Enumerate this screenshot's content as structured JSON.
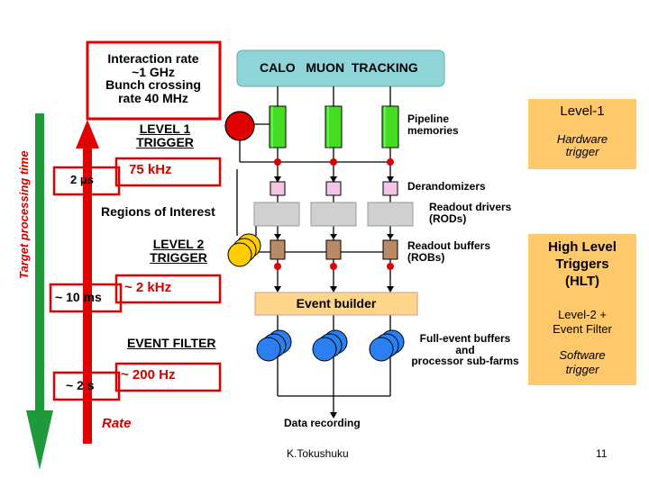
{
  "input_box": {
    "line1": "Interaction rate",
    "line2": "~1 GHz",
    "line3": "Bunch crossing",
    "line4": "rate 40 MHz"
  },
  "level1_label": {
    "line1": "LEVEL 1",
    "line2": "TRIGGER"
  },
  "level2_label": {
    "line1": "LEVEL 2",
    "line2": "TRIGGER"
  },
  "event_filter_label": "EVENT FILTER",
  "regions_of_interest": "Regions of Interest",
  "detectors_label": "CALO   MUON  TRACKING",
  "timeline": {
    "axis_label": "Target processing time",
    "t1": "2 μs",
    "t2": "~ 10 ms",
    "t3": "~ 2 s"
  },
  "rates": {
    "r1": "75 kHz",
    "r2": "~ 2 kHz",
    "r3": "~ 200 Hz",
    "axis_label": "Rate"
  },
  "components": {
    "pipeline": {
      "line1": "Pipeline",
      "line2": "memories"
    },
    "derandomizers": "Derandomizers",
    "rods": {
      "line1": "Readout drivers",
      "line2": "(RODs)"
    },
    "robs": {
      "line1": "Readout buffers",
      "line2": "(ROBs)"
    },
    "event_builder": "Event builder",
    "farms": {
      "line1": "Full-event buffers",
      "line2": "and",
      "line3": "processor sub-farms"
    },
    "data_recording": "Data recording"
  },
  "side_panel": {
    "level1": "Level-1",
    "hardware": {
      "line1": "Hardware",
      "line2": "trigger"
    },
    "hlt": {
      "line1": "High Level",
      "line2": "Triggers",
      "line3": "(HLT)"
    },
    "level2ef": {
      "line1": "Level-2 +",
      "line2": "Event Filter"
    },
    "software": {
      "line1": "Software",
      "line2": "trigger"
    }
  },
  "footer": {
    "author": "K.Tokushuku",
    "page": "11"
  },
  "colors": {
    "red": "#e00000",
    "green_arrow": "#1e9a3a",
    "detector_box": "#8fd4d8",
    "pipeline_green": "#44dd22",
    "derandomizer_pink": "#f3c4e4",
    "rod_gray": "#d0d0d0",
    "rob_brown": "#b98a66",
    "event_builder": "#ffd58a",
    "farm_blue": "#2c7ff0",
    "level2_yellow": "#ffcc00",
    "side_panel": "#ffc86a"
  }
}
